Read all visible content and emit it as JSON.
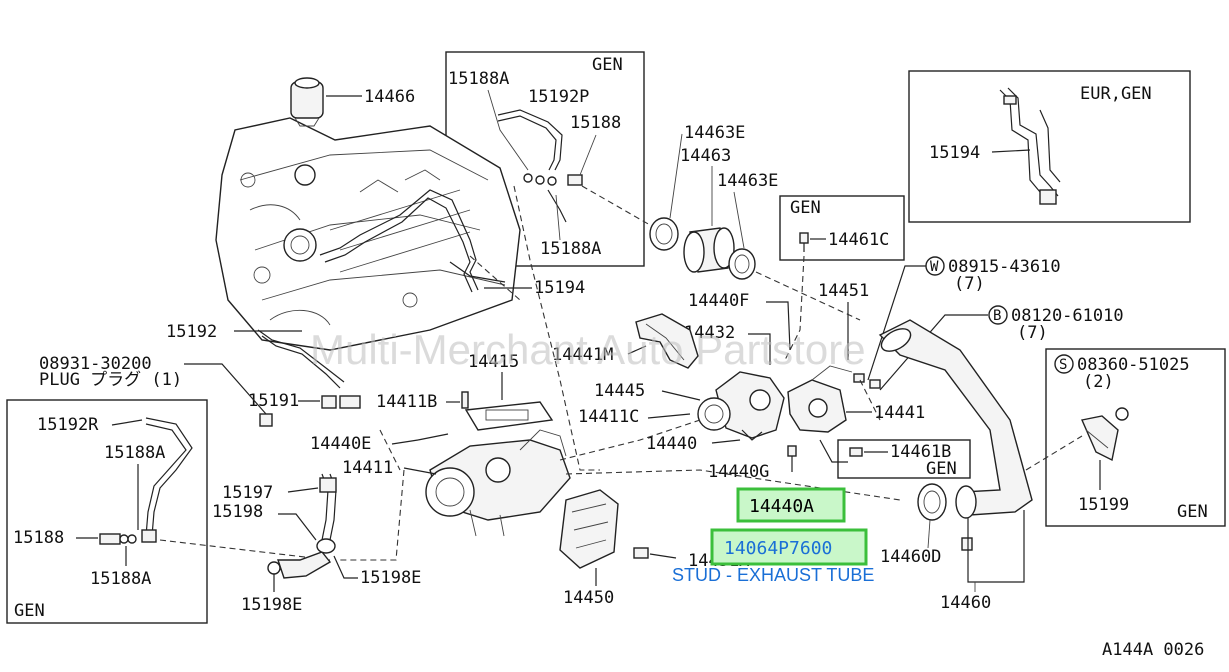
{
  "colors": {
    "highlight_fill": "#c9f7c9",
    "highlight_border": "#3bbf3b",
    "link_blue": "#1a6fd6",
    "ink": "#111111"
  },
  "watermark": "Multi-Merchant Auto Partstore",
  "boxes": {
    "gen_top": "GEN",
    "gen_14461c": "GEN",
    "eur_gen": "EUR,GEN",
    "gen_left": "GEN",
    "gen_right": "GEN",
    "gen_14461b": "GEN"
  },
  "labels": {
    "p14466": "14466",
    "p15188A_top": "15188A",
    "p15192P": "15192P",
    "p15188_top": "15188",
    "p15188A_mid": "15188A",
    "p15194_mid": "15194",
    "p14463E_a": "14463E",
    "p14463": "14463",
    "p14463E_b": "14463E",
    "p14461C": "14461C",
    "p15194_eur": "15194",
    "w08915": "08915-43610",
    "w08915_qty": "(7)",
    "b08120": "08120-61010",
    "b08120_qty": "(7)",
    "s08360": "08360-51025",
    "s08360_qty": "(2)",
    "p15199": "15199",
    "p14451": "14451",
    "p14440F": "14440F",
    "p14432": "14432",
    "p14441M": "14441M",
    "p15192": "15192",
    "p08931": "08931-30200",
    "plug": "PLUG プラグ (1)",
    "p15191": "15191",
    "p14415": "14415",
    "p14411B": "14411B",
    "p14445": "14445",
    "p14411C": "14411C",
    "p14441": "14441",
    "p14440": "14440",
    "p14440E": "14440E",
    "p14411": "14411",
    "p14461B": "14461B",
    "p14440G": "14440G",
    "p15192R": "15192R",
    "p15188A_left": "15188A",
    "p15188_left": "15188",
    "p15188A_left2": "15188A",
    "p15197": "15197",
    "p15198": "15198",
    "p15198E_a": "15198E",
    "p15198E_b": "15198E",
    "p14451A": "14451A",
    "p14450": "14450",
    "p14460D": "14460D",
    "p14460": "14460",
    "diagram_code": "A144A 0026"
  },
  "markers": {
    "w": "W",
    "b": "B",
    "s": "S"
  },
  "highlights": {
    "p14440A": "14440A",
    "p14064P7600": "14064P7600",
    "desc_14064P7600": "STUD - EXHAUST TUBE"
  }
}
